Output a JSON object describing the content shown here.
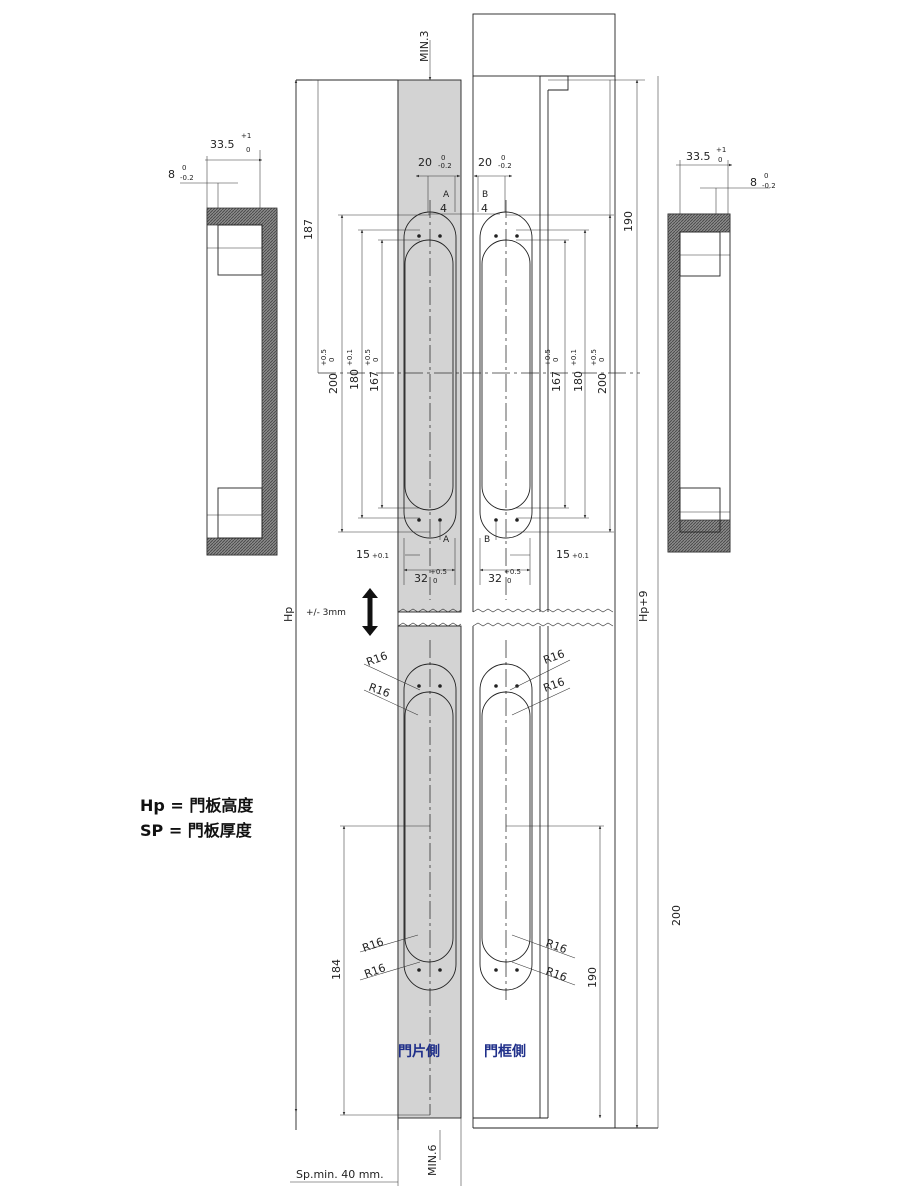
{
  "legend": {
    "hp": "Hp = 門板高度",
    "sp": "SP = 門板厚度"
  },
  "labels": {
    "door_side": "門片側",
    "frame_side": "門框側",
    "min3": "MIN.3",
    "min6": "MIN.6",
    "sp_min": "Sp.min. 40 mm.",
    "adjust": "+/-  3mm",
    "hp": "Hp",
    "hp9": "Hp+9",
    "dim200_right": "200",
    "section_a": "A",
    "section_b": "B"
  },
  "dimensions": {
    "d20": "20",
    "d20_tol_top": "0",
    "d20_tol_bot": "-0.2",
    "d4": "4",
    "d33_5": "33.5",
    "d33_5_tol_top": "+1",
    "d33_5_tol_bot": "0",
    "d8": "8",
    "d8_tol_top": "0",
    "d8_tol_bot": "-0.2",
    "d187": "187",
    "d190": "190",
    "d200": "200",
    "d180": "180",
    "d167": "167",
    "tol_05_top": "+0.5",
    "tol_05_bot": "0",
    "tol_01": "+0.1",
    "d15": "15",
    "d15_tol": "+0.1",
    "d32": "32",
    "d184": "184",
    "r16": "R16"
  },
  "colors": {
    "door_fill": "#d3d3d3",
    "hatch": "#6e6e6e",
    "text_blue": "#1f2f8a"
  }
}
